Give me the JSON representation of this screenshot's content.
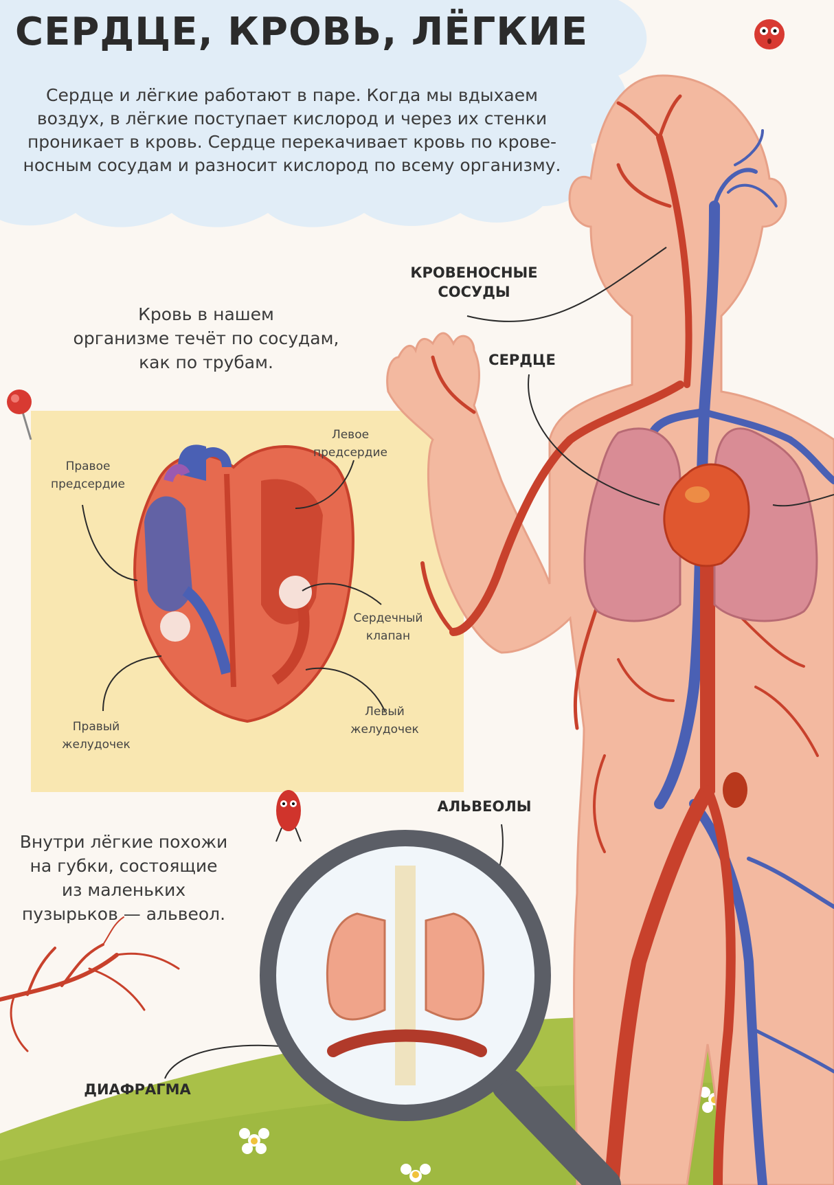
{
  "title": "СЕРДЦЕ, КРОВЬ, ЛЁГКИЕ",
  "intro": "Сердце и лёгкие работают в паре. Когда мы вдыхаем\nвоздух, в лёгкие поступает кислород и через их стенки\nпроникает в кровь. Сердце перекачивает кровь по крове-\nносным сосудам и разносит кислород по всему организму.",
  "blood_caption": "Кровь в нашем\nорганизме течёт по сосудам,\nкак по трубам.",
  "lungs_caption": "Внутри лёгкие похожи\nна губки, состоящие\nиз маленьких\nпузырьков — альвеол.",
  "body_labels": {
    "vessels": "КРОВЕНОСНЫЕ\nСОСУДЫ",
    "heart": "СЕРДЦЕ",
    "alveoli": "АЛЬВЕОЛЫ",
    "diaphragm": "ДИАФРАГМА"
  },
  "heart_labels": {
    "right_atrium": "Правое\nпредсердие",
    "left_atrium": "Левое\nпредсердие",
    "valve": "Сердечный\nклапан",
    "right_ventricle": "Правый\nжелудочек",
    "left_ventricle": "Левый\nжелудочек"
  },
  "colors": {
    "cloud": "#e1edf7",
    "note": "#f9e7b1",
    "skin": "#f3b9a0",
    "artery": "#c8412c",
    "vein": "#4a60b4",
    "lung": "#d98c95",
    "grass": "#a9c048"
  }
}
